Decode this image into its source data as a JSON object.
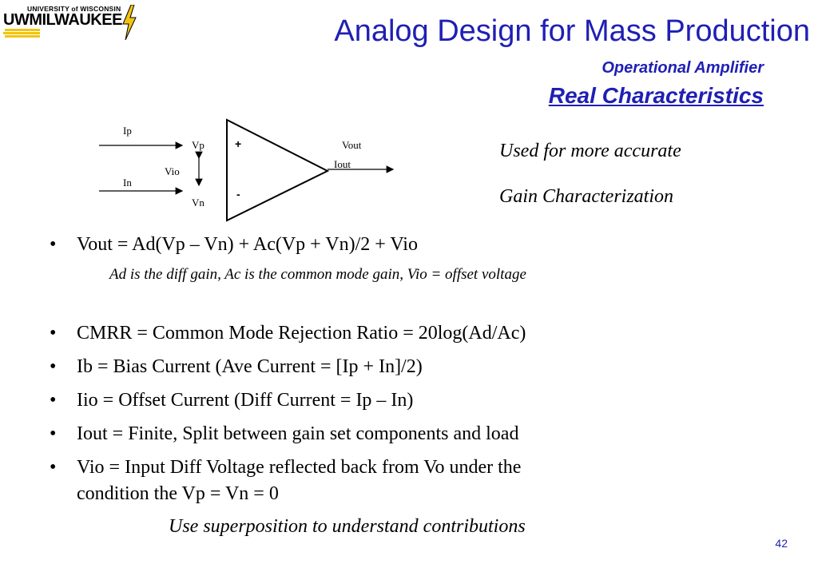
{
  "logo": {
    "university_line": "UNIVERSITY of WISCONSIN",
    "wordmark": "UWMILWAUKEE",
    "colors": {
      "gold": "#f2c40f",
      "black": "#000000"
    }
  },
  "header": {
    "title": "Analog Design for Mass Production",
    "subtitle": "Operational Amplifier",
    "heading": "Real Characteristics",
    "accent_color": "#1f1fb4"
  },
  "diagram": {
    "labels": {
      "ip": "Ip",
      "in": "In",
      "vp": "Vp",
      "vn": "Vn",
      "vio": "Vio",
      "plus": "+",
      "minus": "-",
      "vout": "Vout",
      "iout": "Iout"
    }
  },
  "notes": {
    "line1": "Used for more accurate",
    "line2": "Gain Characterization"
  },
  "bullets": [
    {
      "text": "Vout = Ad(Vp – Vn) + Ac(Vp + Vn)/2 + Vio"
    },
    {
      "text": "CMRR = Common Mode Rejection Ratio = 20log(Ad/Ac)"
    },
    {
      "text": "Ib = Bias Current (Ave Current = [Ip + In]/2)"
    },
    {
      "text": "Iio = Offset Current (Diff Current = Ip – In)"
    },
    {
      "text": "Iout = Finite, Split between gain set components and load"
    },
    {
      "text": "Vio = Input Diff Voltage reflected back from Vo under the",
      "text2": "condition the Vp = Vn = 0"
    }
  ],
  "bullet_symbol": "•",
  "sub_notes": {
    "gains": "Ad is the diff gain,  Ac is the common mode gain,  Vio = offset voltage",
    "superposition": "Use superposition to understand contributions"
  },
  "page_number": "42"
}
